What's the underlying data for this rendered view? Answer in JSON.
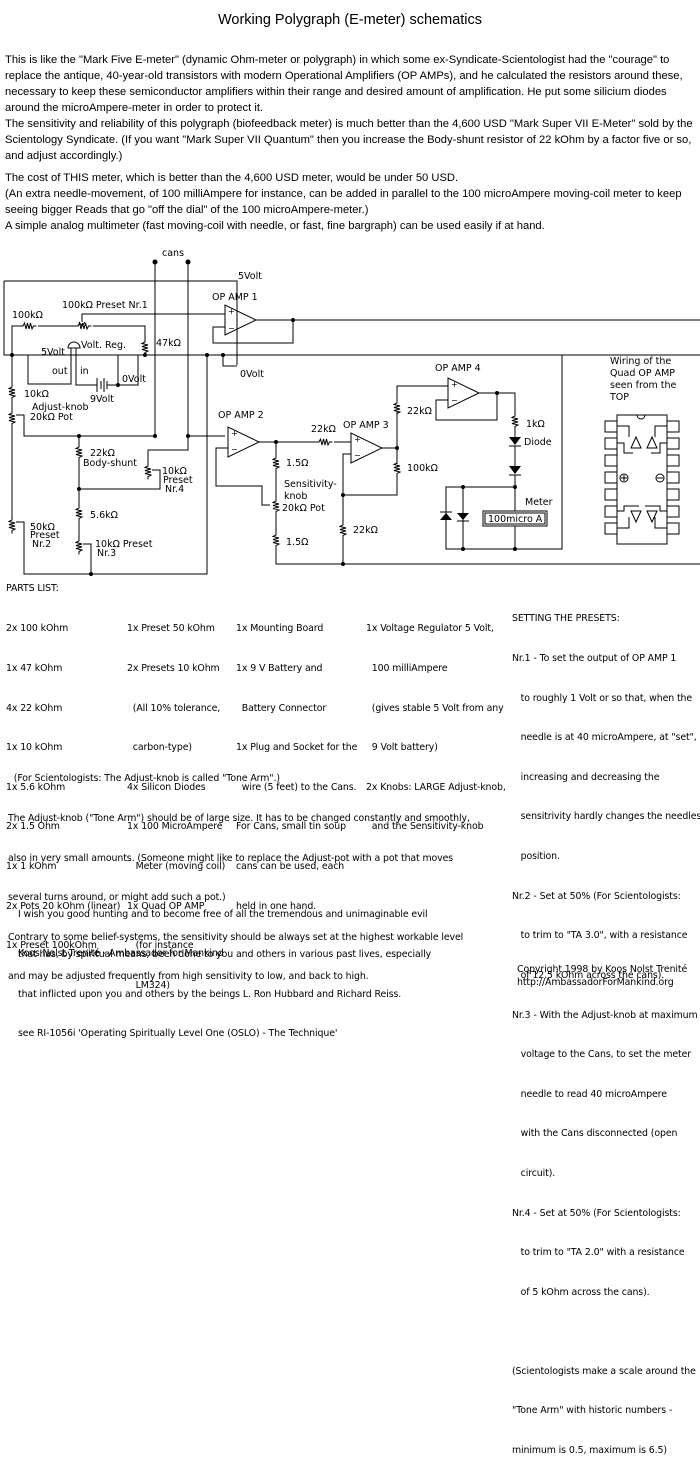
{
  "title": "Working Polygraph (E-meter) schematics",
  "intro": {
    "p1": "This is like the \"Mark Five E-meter\" (dynamic Ohm-meter or polygraph) in which some ex-Syndicate-Scientologist had the \"courage\" to replace the antique, 40-year-old transistors with modern Operational Amplifiers (OP AMPs), and he calculated the resistors around these, necessary to keep these semiconductor amplifiers within their range and desired amount of amplification. He put some silicium diodes around the microAmpere-meter in order to protect it.",
    "p2": "The sensitivity and reliability of this polygraph (biofeedback meter) is much better than the 4,600 USD \"Mark Super VII E-Meter\" sold by the Scientology Syndicate. (If you want \"Mark Super VII Quantum\" then you increase the Body-shunt resistor of 22 kOhm by a factor five or so, and adjust accordingly.)",
    "p3": "The cost of THIS meter, which is better than the 4,600 USD meter, would be under 50 USD.",
    "p4": "(An extra needle-movement, of 100 milliAmpere for instance, can be added in parallel to the 100 microAmpere moving-coil meter to keep seeing bigger Reads that go \"off the dial\" of the 100 microAmpere-meter.)",
    "p5": "A simple analog multimeter (fast moving-coil with needle, or fast, fine bargraph) can be used easily if at hand."
  },
  "schematic": {
    "cans": "cans",
    "v5": "5Volt",
    "v0": "0Volt",
    "v0b": "0Volt",
    "v5reg": "5Volt",
    "v9": "9Volt",
    "opamp1": "OP AMP 1",
    "opamp2": "OP AMP 2",
    "opamp3": "OP AMP 3",
    "opamp4": "OP AMP 4",
    "r100k": "100kΩ",
    "preset1": "100kΩ Preset  Nr.1",
    "r47k": "47kΩ",
    "voltreg": "Volt. Reg.",
    "out": "out",
    "in": "in",
    "r10k": "10kΩ",
    "adjust1": "Adjust-knob",
    "adjust2": "20kΩ Pot",
    "r22k_body": "22kΩ",
    "bodyshunt": "Body-shunt",
    "preset4a": "10kΩ",
    "preset4b": "Preset",
    "preset4c": "Nr.4",
    "r5_6k": "5.6kΩ",
    "preset2a": "50kΩ",
    "preset2b": "Preset",
    "preset2c": "Nr.2",
    "preset3a": "10kΩ Preset",
    "preset3b": "Nr.3",
    "r1_5a": "1.5Ω",
    "r1_5b": "1.5Ω",
    "sens1": "Sensitivity-",
    "sens2": "knob",
    "sens3": "20kΩ Pot",
    "r22k_in3": "22kΩ",
    "r22k_op4": "22kΩ",
    "r100k_fb": "100kΩ",
    "r22k_gnd": "22kΩ",
    "r1k": "1kΩ",
    "diode": "Diode",
    "meter": "Meter",
    "meter_val": "100micro A"
  },
  "quad": {
    "line1": "Wiring of the",
    "line2": "Quad OP AMP",
    "line3": "seen from the",
    "line4": "TOP"
  },
  "parts": {
    "heading": "PARTS LIST:",
    "col1": [
      "2x 100 kOhm",
      "1x 47 kOhm",
      "4x 22 kOhm",
      "1x 10 kOhm",
      "1x 5.6 kOhm",
      "2x 1.5 Ohm",
      "1x 1 kOhm",
      "2x Pots 20 kOhm (linear)",
      "1x Preset 100kOhm"
    ],
    "col2": [
      "1x Preset 50 kOhm",
      "2x Presets 10 kOhm",
      "  (All 10% tolerance,",
      "  carbon-type)",
      "4x Silicon Diodes",
      "1x 100 MicroAmpere",
      "   Meter (moving coil)",
      "1x Quad OP AMP",
      "   (for instance",
      "   LM324)"
    ],
    "col3": [
      "1x Mounting Board",
      "1x 9 V Battery and",
      "  Battery Connector",
      "1x Plug and Socket for the",
      "  wire (5 feet) to the Cans.",
      "For Cans, small tin soup",
      "cans can be used, each",
      "held in one hand."
    ],
    "col4": [
      "1x Voltage Regulator 5 Volt,",
      "  100 milliAmpere",
      "  (gives stable 5 Volt from any",
      "  9 Volt battery)",
      "2x Knobs: LARGE Adjust-knob,",
      "  and the Sensitivity-knob"
    ]
  },
  "presets": {
    "heading": "SETTING THE PRESETS:",
    "lines": [
      "Nr.1 - To set the output of OP AMP 1",
      "   to roughly 1 Volt or so that, when the",
      "   needle is at 40 microAmpere, at \"set\",",
      "   increasing and decreasing the",
      "   sensitrivity hardly changes the needles",
      "   position.",
      "Nr.2 - Set at 50% (For Scientologists:",
      "   to trim to \"TA 3.0\", with a resistance",
      "   of 12.5 kOhm across the cans).",
      "Nr.3 - With the Adjust-knob at maximum",
      "   voltage to the Cans, to set the meter",
      "   needle to read 40 microAmpere",
      "   with the Cans disconnected (open",
      "   circuit).",
      "Nr.4 - Set at 50% (For Scientologists:",
      "   to trim to \"TA 2.0\" with a resistance",
      "   of 5 kOhm across the cans)."
    ],
    "note": [
      "(Scientologists make a scale around the",
      "\"Tone Arm\" with historic numbers -",
      "minimum is 0.5, maximum is 6.5)"
    ]
  },
  "notes": [
    "  (For Scientologists: The Adjust-knob is called \"Tone Arm\".)",
    "The Adjust-knob (\"Tone Arm\") should be of large size. It has to be changed constantly and smoothly,",
    "also in very small amounts. (Someone might like to replace the Adjust-pot with a pot that moves",
    "several turns around, or might add such a pot.)",
    "Contrary to some belief-systems, the sensitivity should be always set at the highest workable level",
    "and may be adjusted frequently from high sensitivity to low, and back to high."
  ],
  "closing": [
    "I wish you good hunting and to become free of all the tremendous and unimaginable evil",
    "that has, by spiritual means, been done to you and others in various past lives, especially",
    "that inflicted upon you and others by the beings L. Ron Hubbard and Richard Reiss.",
    "see RI-1056i 'Operating Spiritually Level One (OSLO) - The Technique'"
  ],
  "signature": "Koos Nolst Trenité - Ambassador for Mankind",
  "copyright": "Copyright 1998 by Koos Nolst Trenité",
  "url": "http://AmbassadorForMankind.org"
}
